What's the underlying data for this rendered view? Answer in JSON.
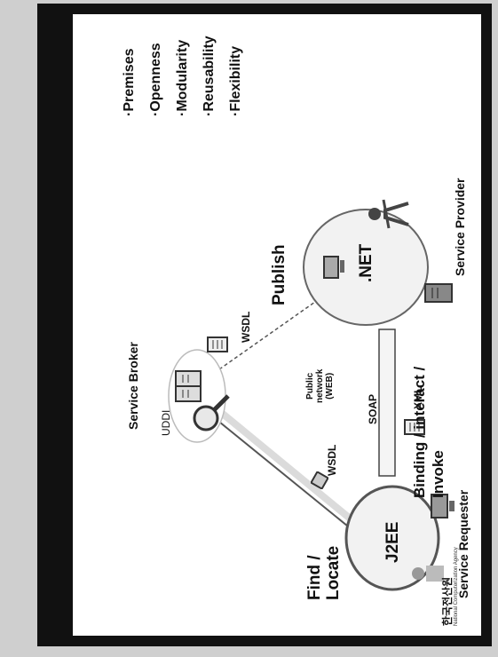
{
  "diagram": {
    "service_broker": "Service Broker",
    "uddi": "UDDI",
    "public_network": [
      "Public",
      "network",
      "(WEB)"
    ],
    "wsdl_left": "WSDL",
    "wsdl_right": "WSDL",
    "publish": "Publish",
    "find_locate": [
      "Find /",
      "Locate"
    ],
    "j2ee": "J2EE",
    "net": ".NET",
    "soap": "SOAP",
    "xml": "XML",
    "binding": [
      "Binding / interact /",
      "Invoke"
    ],
    "service_requester": "Service Requester",
    "service_provider": "Service Provider"
  },
  "bullets": [
    "·Premises",
    "·Openness",
    "·Modularity",
    "·Reusability",
    "·Flexibility"
  ],
  "logo": {
    "name": "한국전산원",
    "sub": "National Computerization Agency"
  },
  "colors": {
    "frame": "#111111",
    "circle_fill": "#f2f2f2",
    "line": "#333333"
  }
}
